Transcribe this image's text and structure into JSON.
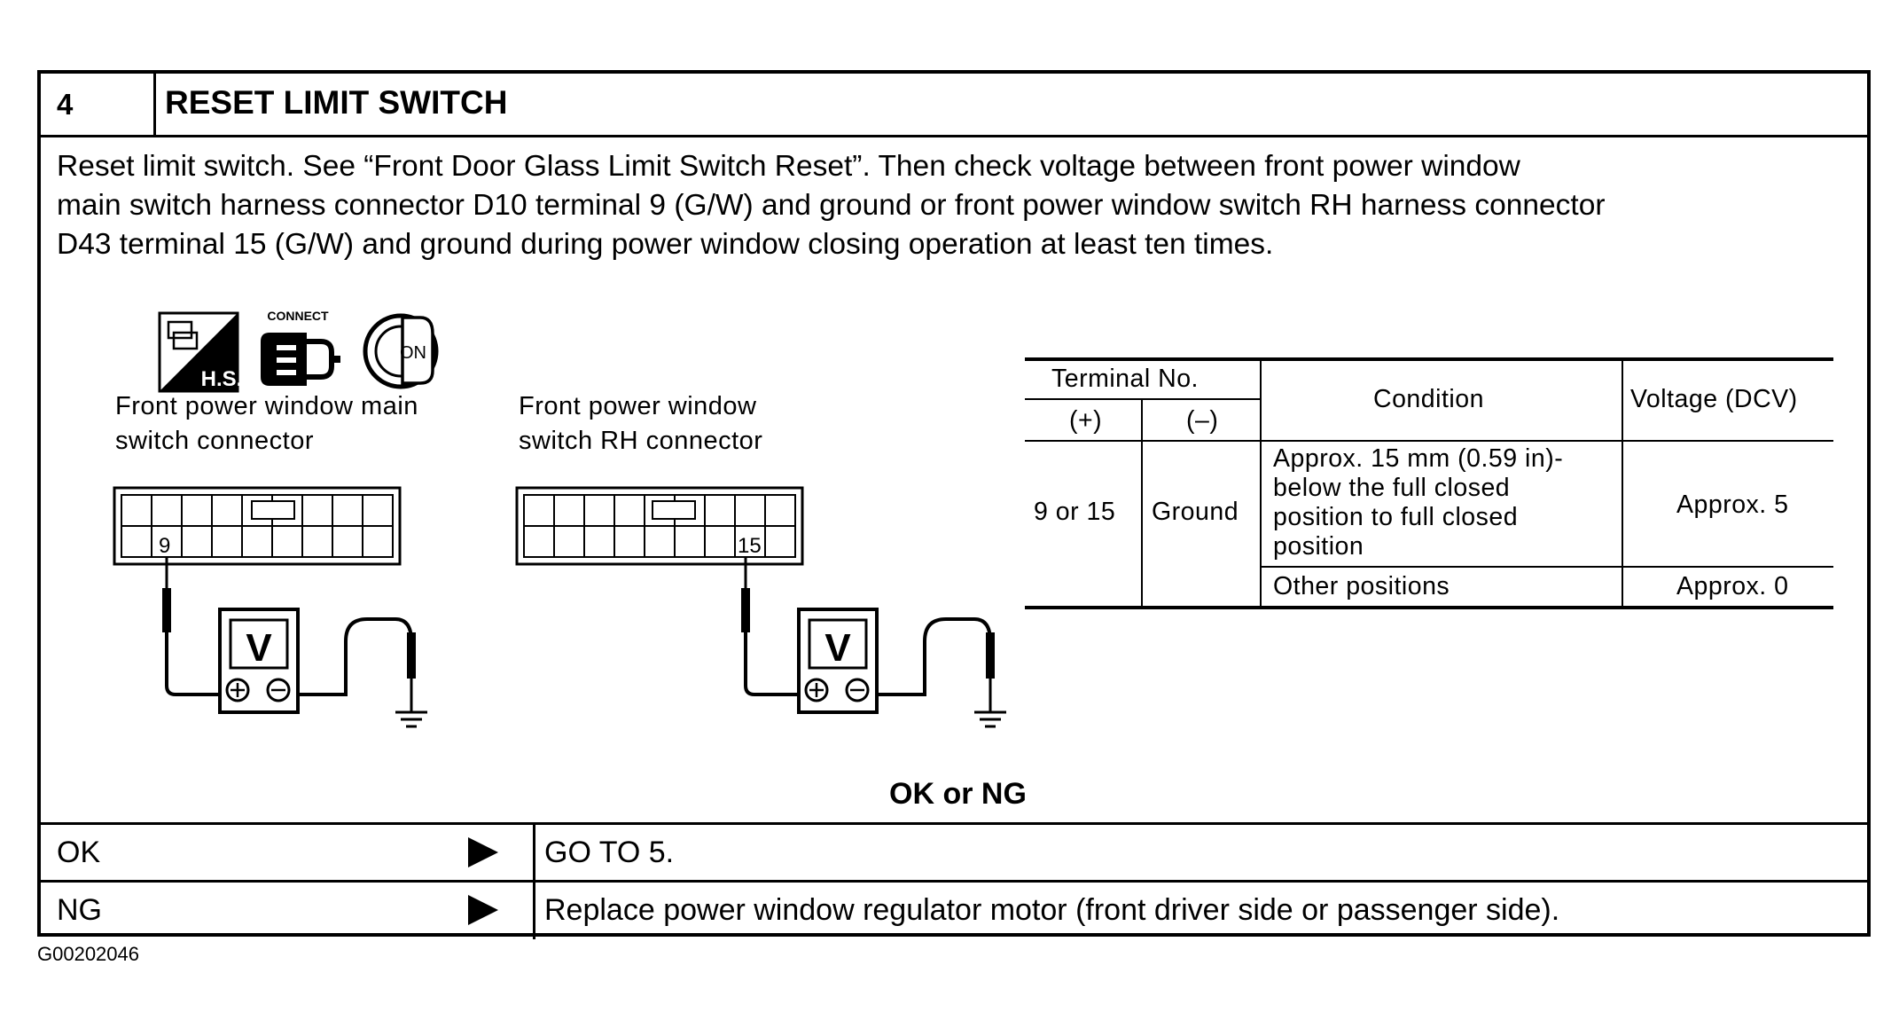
{
  "header": {
    "step": "4",
    "title": "RESET LIMIT SWITCH"
  },
  "instruction": [
    "Reset limit switch. See “Front Door Glass Limit Switch Reset”. Then check voltage between front power window",
    "main switch harness connector D10 terminal 9 (G/W) and ground or front power window switch RH harness connector",
    "D43 terminal 15 (G/W) and ground during power window closing operation at least ten times."
  ],
  "icons": {
    "hs": {
      "name": "harness-side-icon",
      "label": "H.S."
    },
    "connect": {
      "name": "connect-icon",
      "label": "CONNECT"
    },
    "ignition": {
      "name": "ignition-on-icon",
      "label": "ON"
    }
  },
  "diagram": {
    "left": {
      "caption_line1": "Front power window main",
      "caption_line2": "switch connector",
      "terminal": "9",
      "meter": "V"
    },
    "right": {
      "caption_line1": "Front power window",
      "caption_line2": "switch RH connector",
      "terminal": "15",
      "meter": "V"
    }
  },
  "table": {
    "h_terminal": "Terminal No.",
    "h_plus": "(+)",
    "h_minus": "(–)",
    "h_condition": "Condition",
    "h_voltage": "Voltage (DCV)",
    "row_plus": "9 or 15",
    "row_minus": "Ground",
    "cond1": [
      "Approx. 15 mm (0.59 in)-",
      "below the full closed",
      "position to full closed",
      "position"
    ],
    "volt1": "Approx. 5",
    "cond2": "Other positions",
    "volt2": "Approx. 0"
  },
  "result_prompt": "OK or NG",
  "results": [
    {
      "label": "OK",
      "action": "GO TO 5."
    },
    {
      "label": "NG",
      "action": "Replace power window regulator motor (front driver side or passenger side)."
    }
  ],
  "figure_id": "G00202046"
}
